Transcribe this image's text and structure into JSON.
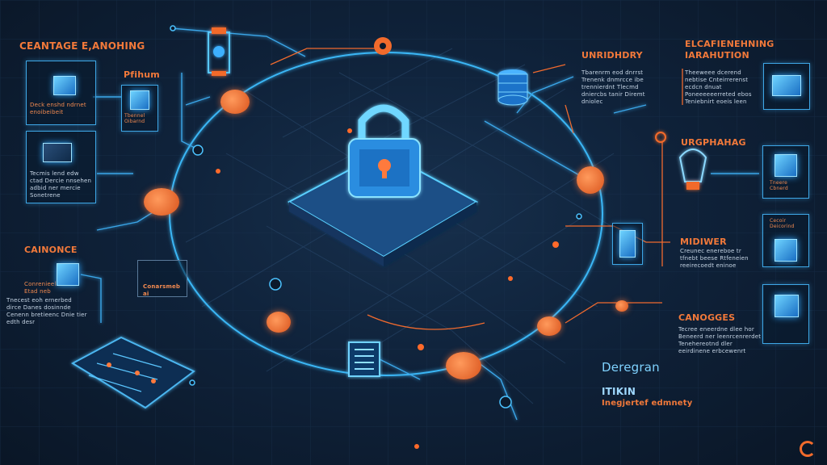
{
  "colors": {
    "background": "#0c1a2c",
    "accent_blue": "#3ea7e6",
    "accent_orange": "#f2793a"
  },
  "labels": {
    "top_left_title": "CEANTAGE E,ANOHING",
    "left_box_title": "Pfihum",
    "left_box_caption": "Tbennel Oibarnd",
    "left_caption": "Deck enshd ndrnet enoibeibeit",
    "left_lower_text": "Tecmis lend edw ctad Dercie nnsehen adbid ner mercie Sonetrene",
    "left_bottom_title": "CAINONCE",
    "left_bottom_caption": "Conrenieel Etad neb",
    "left_bottom_text": "Tnecest eoh ernerbed dirce Danes dosinnde Cenenn bretieenc Dnie tier edth desr",
    "mid_box_label": "Conarsmeb ai",
    "top_right_title": "UNRIDHDRY",
    "top_right_text": "Tbarenrm eod dnrrst Trenenk dnmrcce ibe trennierdnt Tlecmd dniercbs tanir Diremt dniolec",
    "far_right_title": "ELCAFIENEHNING IARAHUTION",
    "far_right_text": "Theeweee dcerend nebtise Cnteirrerenst ecdcn dnuat Poneeeeeerreted ebos Teniebnirt eoeis leen",
    "right_card1_title": "URGPHAHAG",
    "right_card1_caption": "Tneere Cbnerd",
    "right_card2_caption": "Cecoir Deicorind",
    "right_mid_title": "MIDIWER",
    "right_mid_text": "Creunec enereboe tr tfnebt beese Rtfeneien reeirecoedt eninoe",
    "right_lower_title": "CANOGGES",
    "right_lower_text": "Tecree eneerdne dlee hor Beneerd ner leenrcenrerdet Tenehereotnd dler eeirdinene erbcewenrt",
    "bottom_right_title": "Deregran",
    "bottom_right_sub": "ITIKIN",
    "bottom_right_caption": "Inegjertef edmnety"
  },
  "icons": [
    "padlock-icon",
    "bitcoin-coin-icon",
    "database-icon",
    "document-icon",
    "gear-icon",
    "cube-icon",
    "lantern-icon",
    "circuit-board-icon",
    "g-logo-icon"
  ]
}
